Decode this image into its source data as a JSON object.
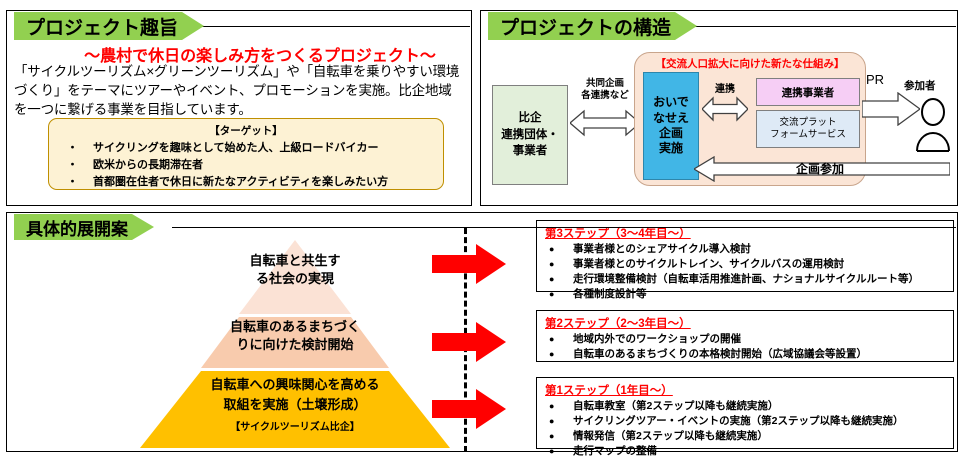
{
  "purpose": {
    "banner": "プロジェクト趣旨",
    "headline": "～農村で休日の楽しみ方をつくるプロジェクト～",
    "body": "「サイクルツーリズム×グリーンツーリズム」や「自転車を乗りやすい環境づくり」をテーマにツアーやイベント、プロモーションを実施。比企地域を一つに繋げる事業を目指しています。",
    "target_title": "【ターゲット】",
    "target_bullet": "・",
    "targets": [
      "サイクリングを趣味として始めた人、上級ロードバイカー",
      "欧米からの長期滞在者",
      "首都圏在住者で休日に新たなアクティビティを楽しみたい方"
    ]
  },
  "structure": {
    "banner": "プロジェクトの構造",
    "left_org": "比企\n連携団体・\n事業者",
    "link_label": "共同企画\n各連携など",
    "core_title": "【交流人口拡大に向けた新たな仕組み】",
    "core_box": "おいで\nなせえ\n企画\n実施",
    "renkei_label": "連携",
    "partner": "連携事業者",
    "platform": "交流プラット\nフォームサービス",
    "join_label": "企画参加",
    "pr_label": "PR",
    "participant_label": "参加者",
    "colors": {
      "core_box": "#41b6e6",
      "cloud": "#fbe5d6",
      "partner": "#f6cef5",
      "platform": "#deeaf6",
      "left_org": "#e2efda"
    }
  },
  "plan": {
    "banner": "具体的展開案",
    "pyramid": [
      {
        "line1": "自転車と共生す",
        "line2": "る社会の実現",
        "color": "#fbe2d5"
      },
      {
        "line1": "自転車のあるまちづく",
        "line2": "りに向けた検討開始",
        "color": "#f8cbad"
      },
      {
        "line1": "自転車への興味関心を高める",
        "line2": "取組を実施（土壌形成）",
        "line3": "【サイクルツーリズム比企】",
        "color": "#ffc000"
      }
    ],
    "steps": [
      {
        "title": "第3ステップ（3～4年目～）",
        "bullet": "●",
        "items": [
          "事業者様とのシェアサイクル導入検討",
          "事業者様とのサイクルトレイン、サイクルバスの運用検討",
          "走行環境整備検討（自転車活用推進計画、ナショナルサイクルルート等）",
          "各種制度設計等"
        ]
      },
      {
        "title": "第2ステップ（2～3年目～）",
        "bullet": "●",
        "items": [
          "地域内外でのワークショップの開催",
          "自転車のあるまちづくりの本格検討開始（広域協議会等設置）"
        ]
      },
      {
        "title": "第1ステップ（1年目～）",
        "bullet": "●",
        "items": [
          "自転車教室（第2ステップ以降も継続実施）",
          "サイクリングツアー・イベントの実施（第2ステップ以降も継続実施）",
          "情報発信（第2ステップ以降も継続実施）",
          "走行マップの整備"
        ]
      }
    ],
    "arrow_color": "#ff0000"
  }
}
